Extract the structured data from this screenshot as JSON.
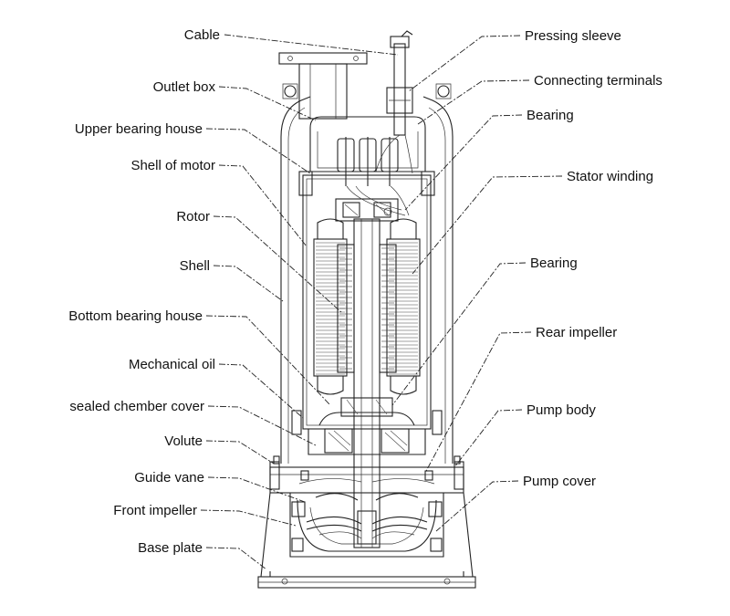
{
  "labels_left": [
    {
      "id": "cable",
      "text": "Cable"
    },
    {
      "id": "outlet-box",
      "text": "Outlet box"
    },
    {
      "id": "upper-bearing-house",
      "text": "Upper bearing house"
    },
    {
      "id": "shell-of-motor",
      "text": "Shell of motor"
    },
    {
      "id": "rotor",
      "text": "Rotor"
    },
    {
      "id": "shell",
      "text": "Shell"
    },
    {
      "id": "bottom-bearing-house",
      "text": "Bottom bearing house"
    },
    {
      "id": "mechanical-oil",
      "text": "Mechanical oil"
    },
    {
      "id": "sealed-chamber-cover",
      "text": "sealed chember cover"
    },
    {
      "id": "volute",
      "text": "Volute"
    },
    {
      "id": "guide-vane",
      "text": "Guide vane"
    },
    {
      "id": "front-impeller",
      "text": "Front impeller"
    },
    {
      "id": "base-plate",
      "text": "Base plate"
    }
  ],
  "labels_right": [
    {
      "id": "pressing-sleeve",
      "text": "Pressing sleeve"
    },
    {
      "id": "connecting-terminals",
      "text": "Connecting terminals"
    },
    {
      "id": "bearing-upper",
      "text": "Bearing"
    },
    {
      "id": "stator-winding",
      "text": "Stator winding"
    },
    {
      "id": "bearing-lower",
      "text": "Bearing"
    },
    {
      "id": "rear-impeller",
      "text": "Rear impeller"
    },
    {
      "id": "pump-body",
      "text": "Pump body"
    },
    {
      "id": "pump-cover",
      "text": "Pump cover"
    }
  ]
}
